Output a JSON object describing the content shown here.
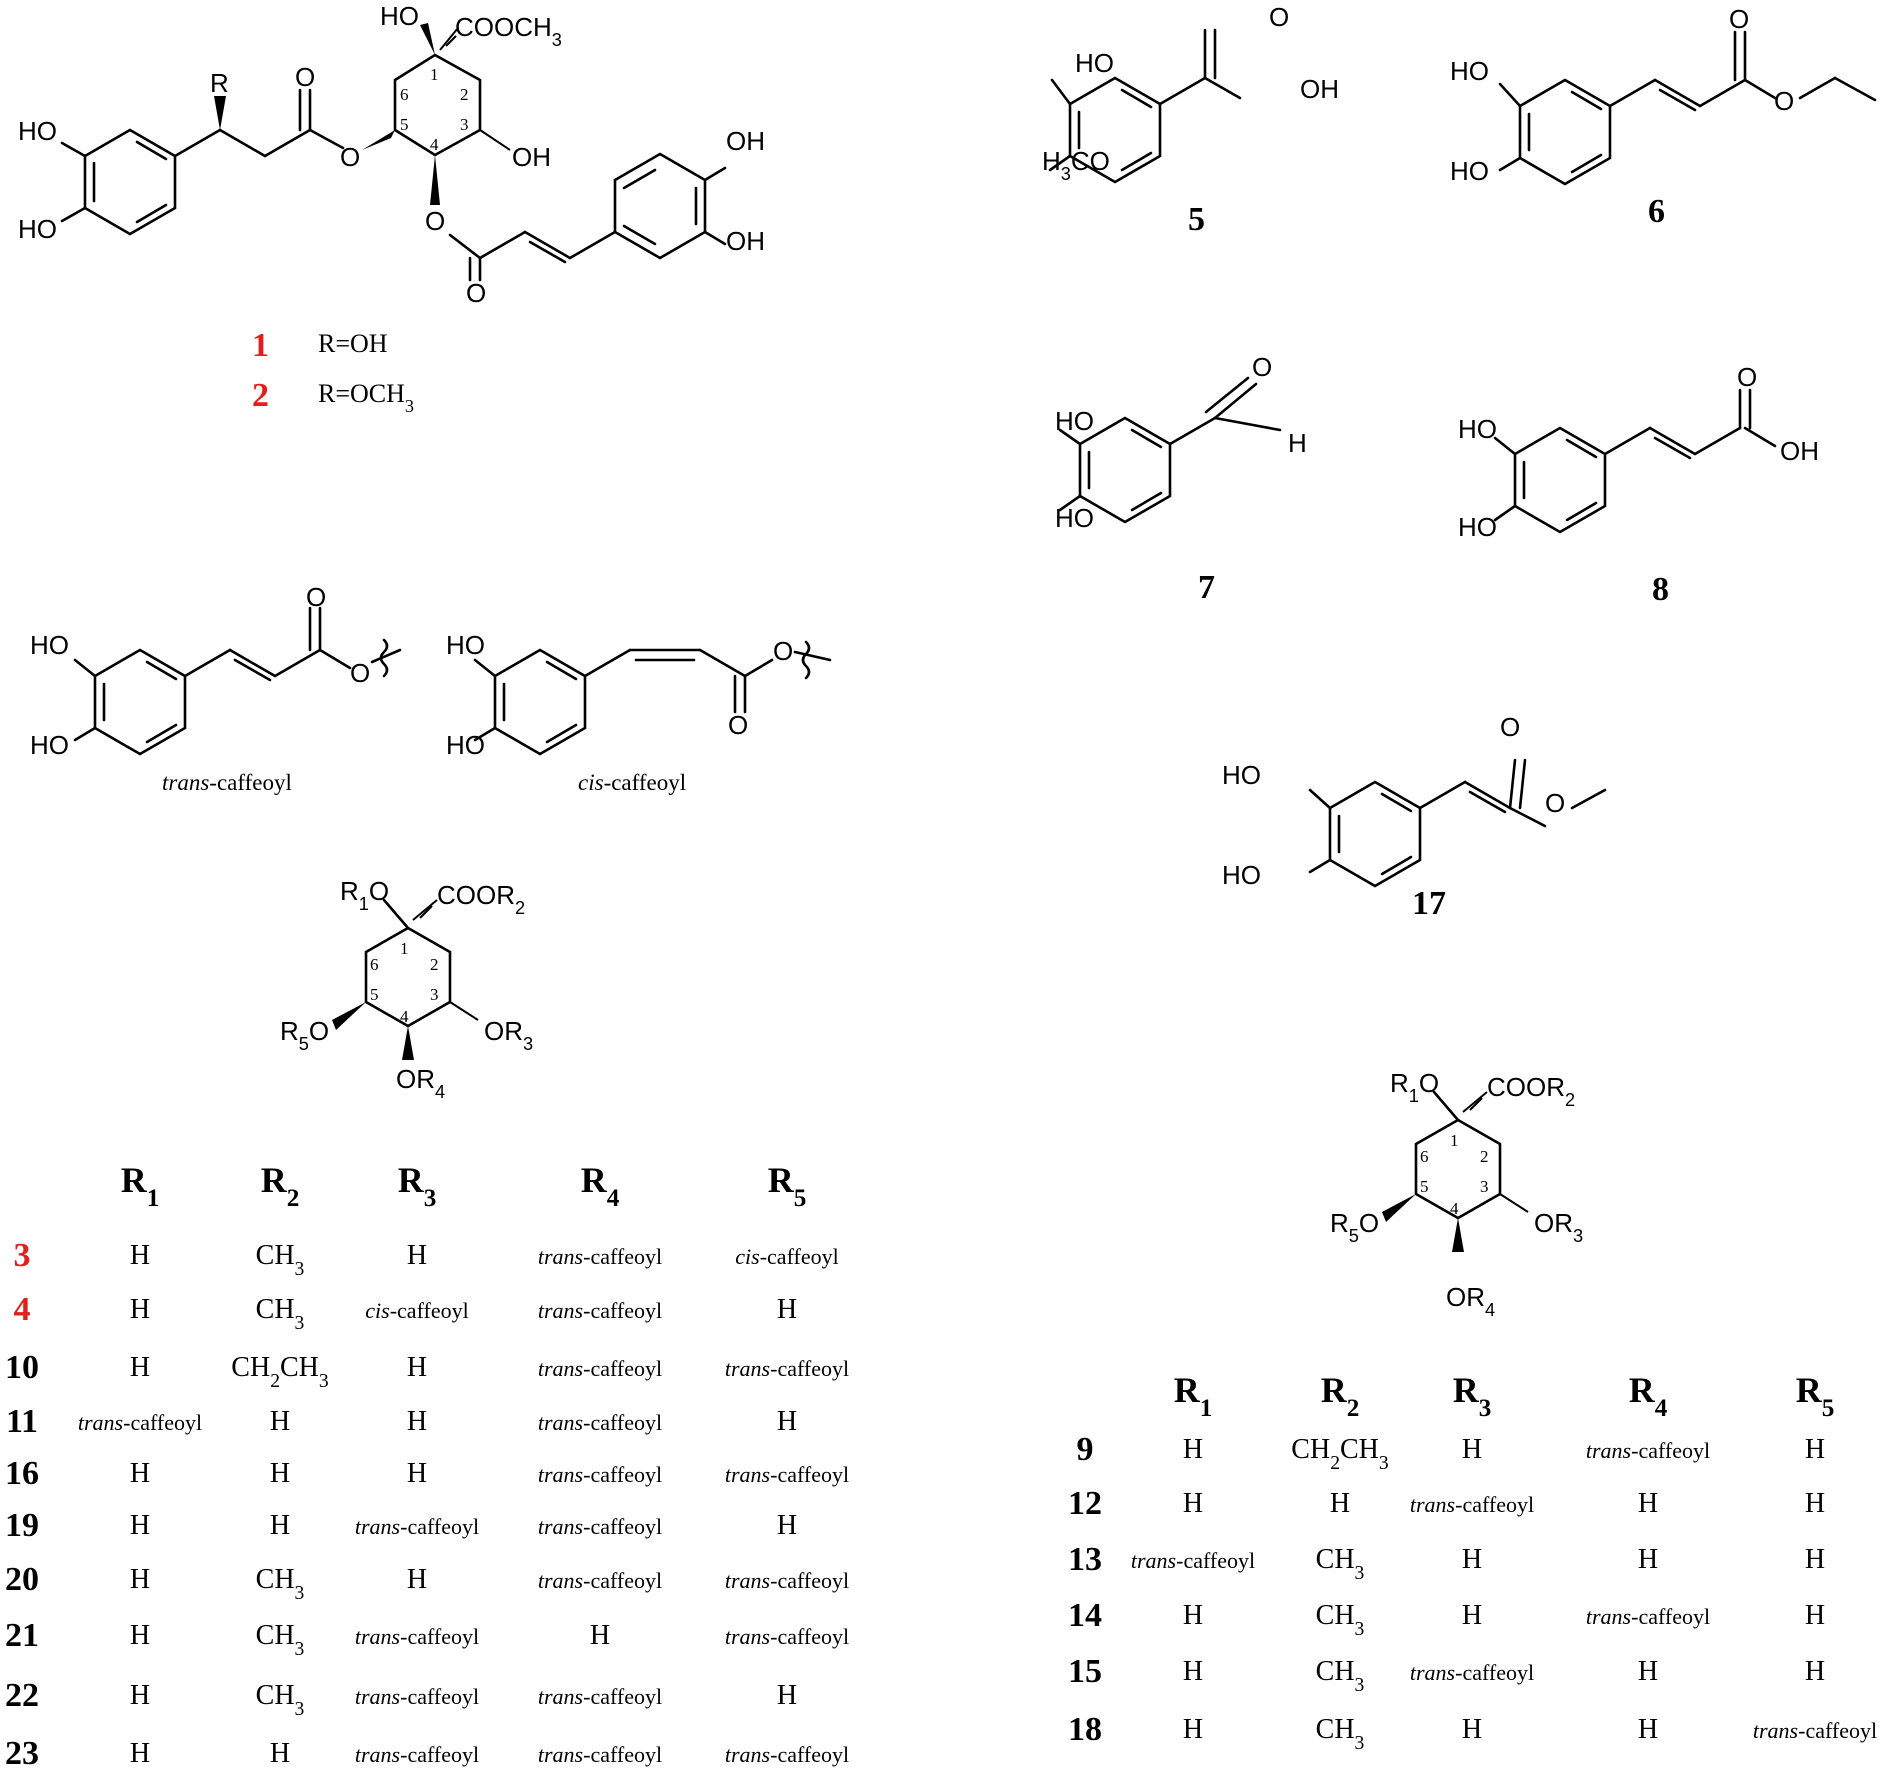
{
  "compounds_top": {
    "c1": {
      "number": "1",
      "substituent": "R=OH"
    },
    "c2": {
      "number": "2",
      "substituent": "R=OCH3"
    },
    "c5": {
      "number": "5"
    },
    "c6": {
      "number": "6"
    },
    "c7": {
      "number": "7"
    },
    "c8": {
      "number": "8"
    },
    "c17": {
      "number": "17"
    }
  },
  "atom_labels": {
    "ho": "HO",
    "oh": "OH",
    "o": "O",
    "h": "H",
    "r": "R",
    "cooch3": "COOCH3",
    "h3co": "H3CO",
    "r1o": "R1O",
    "coor2": "COOR2",
    "r5o": "R5O",
    "or3": "OR3",
    "or4": "OR4"
  },
  "caffeoyl_labels": {
    "trans": "trans-caffeoyl",
    "cis": "cis-caffeoyl"
  },
  "left_table": {
    "headers": [
      "R1",
      "R2",
      "R3",
      "R4",
      "R5"
    ],
    "rows": [
      {
        "compound": "3",
        "highlight": true,
        "R1": "H",
        "R2": "CH3",
        "R3": "H",
        "R4": "trans-caffeoyl",
        "R5": "cis-caffeoyl"
      },
      {
        "compound": "4",
        "highlight": true,
        "R1": "H",
        "R2": "CH3",
        "R3": "cis-caffeoyl",
        "R4": "trans-caffeoyl",
        "R5": "H"
      },
      {
        "compound": "10",
        "highlight": false,
        "R1": "H",
        "R2": "CH2CH3",
        "R3": "H",
        "R4": "trans-caffeoyl",
        "R5": "trans-caffeoyl"
      },
      {
        "compound": "11",
        "highlight": false,
        "R1": "trans-caffeoyl",
        "R2": "H",
        "R3": "H",
        "R4": "trans-caffeoyl",
        "R5": "H"
      },
      {
        "compound": "16",
        "highlight": false,
        "R1": "H",
        "R2": "H",
        "R3": "H",
        "R4": "trans-caffeoyl",
        "R5": "trans-caffeoyl"
      },
      {
        "compound": "19",
        "highlight": false,
        "R1": "H",
        "R2": "H",
        "R3": "trans-caffeoyl",
        "R4": "trans-caffeoyl",
        "R5": "H"
      },
      {
        "compound": "20",
        "highlight": false,
        "R1": "H",
        "R2": "CH3",
        "R3": "H",
        "R4": "trans-caffeoyl",
        "R5": "trans-caffeoyl"
      },
      {
        "compound": "21",
        "highlight": false,
        "R1": "H",
        "R2": "CH3",
        "R3": "trans-caffeoyl",
        "R4": "H",
        "R5": "trans-caffeoyl"
      },
      {
        "compound": "22",
        "highlight": false,
        "R1": "H",
        "R2": "CH3",
        "R3": "trans-caffeoyl",
        "R4": "trans-caffeoyl",
        "R5": "H"
      },
      {
        "compound": "23",
        "highlight": false,
        "R1": "H",
        "R2": "H",
        "R3": "trans-caffeoyl",
        "R4": "trans-caffeoyl",
        "R5": "trans-caffeoyl"
      }
    ]
  },
  "right_table": {
    "headers": [
      "R1",
      "R2",
      "R3",
      "R4",
      "R5"
    ],
    "rows": [
      {
        "compound": "9",
        "R1": "H",
        "R2": "CH2CH3",
        "R3": "H",
        "R4": "trans-caffeoyl",
        "R5": "H"
      },
      {
        "compound": "12",
        "R1": "H",
        "R2": "H",
        "R3": "trans-caffeoyl",
        "R4": "H",
        "R5": "H"
      },
      {
        "compound": "13",
        "R1": "trans-caffeoyl",
        "R2": "CH3",
        "R3": "H",
        "R4": "H",
        "R5": "H"
      },
      {
        "compound": "14",
        "R1": "H",
        "R2": "CH3",
        "R3": "H",
        "R4": "trans-caffeoyl",
        "R5": "H"
      },
      {
        "compound": "15",
        "R1": "H",
        "R2": "CH3",
        "R3": "trans-caffeoyl",
        "R4": "H",
        "R5": "H"
      },
      {
        "compound": "18",
        "R1": "H",
        "R2": "CH3",
        "R3": "H",
        "R4": "H",
        "R5": "trans-caffeoyl"
      }
    ]
  },
  "colors": {
    "highlight": "#e0201f",
    "ink": "#000000"
  }
}
